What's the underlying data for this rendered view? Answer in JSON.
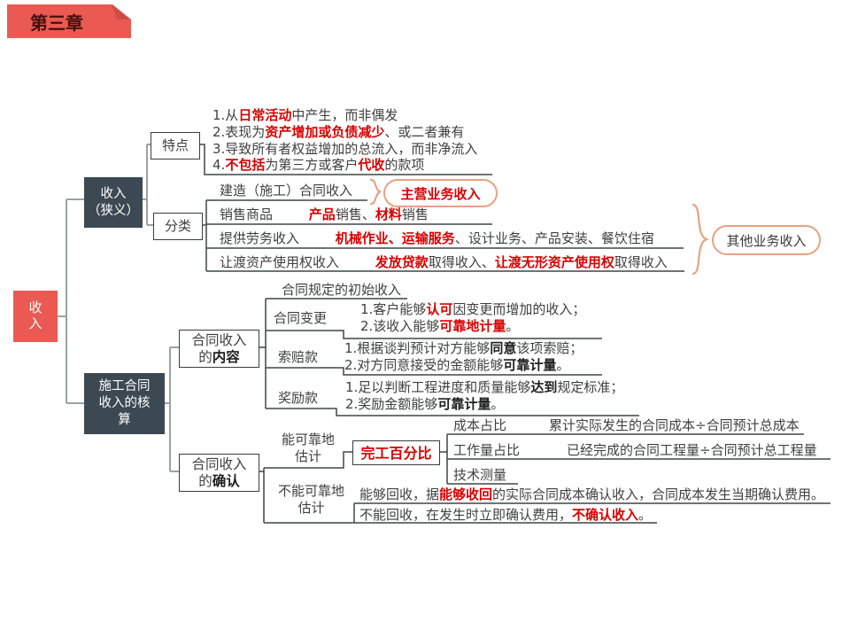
{
  "banner": {
    "title": "第三章"
  },
  "root": {
    "label": "收入"
  },
  "colors": {
    "banner_red": "#ea5a52",
    "node_dark": "#3c4852",
    "accent_red": "#d90000",
    "oval_border": "#e8a183"
  },
  "narrow": {
    "node_line1": "收入",
    "node_line2": "（狭义）",
    "features": {
      "label": "特点",
      "items": [
        [
          {
            "t": "1.从"
          },
          {
            "t": "日常活动",
            "c": "r"
          },
          {
            "t": "中产生，而非偶发"
          }
        ],
        [
          {
            "t": "2.表现为"
          },
          {
            "t": "资产增加或负债减少",
            "c": "r"
          },
          {
            "t": "、或二者兼有"
          }
        ],
        [
          {
            "t": "3.导致所有者权益增加的总流入，而非净流入"
          }
        ],
        [
          {
            "t": "4."
          },
          {
            "t": "不包括",
            "c": "r"
          },
          {
            "t": "为第三方或客户"
          },
          {
            "t": "代收",
            "c": "r"
          },
          {
            "t": "的款项"
          }
        ]
      ]
    },
    "classification": {
      "label": "分类",
      "rows": [
        {
          "name": "建造（施工）合同收入",
          "desc": []
        },
        {
          "name": "销售商品",
          "desc": [
            {
              "t": "产品",
              "c": "r"
            },
            {
              "t": "销售、"
            },
            {
              "t": "材料",
              "c": "r"
            },
            {
              "t": "销售"
            }
          ]
        },
        {
          "name": "提供劳务收入",
          "desc": [
            {
              "t": "机械作业、运输服务",
              "c": "r"
            },
            {
              "t": "、设计业务、产品安装、餐饮住宿"
            }
          ]
        },
        {
          "name": "让渡资产使用权收入",
          "desc": [
            {
              "t": "发放贷款",
              "c": "r"
            },
            {
              "t": "取得收入、"
            },
            {
              "t": "让渡无形资产使用权",
              "c": "r"
            },
            {
              "t": "取得收入"
            }
          ]
        }
      ],
      "main_business_oval": "主营业务收入",
      "other_business_oval": "其他业务收入"
    }
  },
  "construction": {
    "node_label": "施工合同收入的核算",
    "content": {
      "line1": "合同收入",
      "line2": [
        {
          "t": "的"
        },
        {
          "t": "内容",
          "c": "b"
        }
      ],
      "initial": "合同规定的初始收入",
      "items": [
        {
          "label": "合同变更",
          "lines": [
            [
              {
                "t": "1.客户能够"
              },
              {
                "t": "认可",
                "c": "r"
              },
              {
                "t": "因变更而增加的收入；"
              }
            ],
            [
              {
                "t": "2.该收入能够"
              },
              {
                "t": "可靠地计量",
                "c": "r"
              },
              {
                "t": "。"
              }
            ]
          ]
        },
        {
          "label": "索赔款",
          "lines": [
            [
              {
                "t": "1.根据谈判预计对方能够"
              },
              {
                "t": "同意",
                "c": "b"
              },
              {
                "t": "该项索赔；"
              }
            ],
            [
              {
                "t": "2.对方同意接受的金额能够"
              },
              {
                "t": "可靠计量",
                "c": "b"
              },
              {
                "t": "。"
              }
            ]
          ]
        },
        {
          "label": "奖励款",
          "lines": [
            [
              {
                "t": "1.足以判断工程进度和质量能够"
              },
              {
                "t": "达到",
                "c": "b"
              },
              {
                "t": "规定标准；"
              }
            ],
            [
              {
                "t": "2.奖励金额能够"
              },
              {
                "t": "可靠计量",
                "c": "b"
              },
              {
                "t": "。"
              }
            ]
          ]
        }
      ]
    },
    "recognition": {
      "line1": "合同收入",
      "line2": [
        {
          "t": "的"
        },
        {
          "t": "确认",
          "c": "b"
        }
      ],
      "reliable": {
        "line1": "能可靠地",
        "line2": "估计",
        "method": "完工百分比",
        "methods": [
          {
            "name": "成本占比",
            "formula": "累计实际发生的合同成本÷合同预计总成本"
          },
          {
            "name": "工作量占比",
            "formula": "已经完成的合同工程量÷合同预计总工程量"
          },
          {
            "name": "技术测量",
            "formula": ""
          }
        ]
      },
      "unreliable": {
        "line1": "不能可靠地",
        "line2": "估计",
        "recoverable": [
          {
            "t": "能够回收，据"
          },
          {
            "t": "能够收回",
            "c": "r"
          },
          {
            "t": "的实际合同成本确认收入，合同成本发生当期确认费用。"
          }
        ],
        "unrecoverable": [
          {
            "t": "不能回收，在发生时立即确认费用，"
          },
          {
            "t": "不确认收入",
            "c": "r"
          },
          {
            "t": "。"
          }
        ]
      }
    }
  }
}
